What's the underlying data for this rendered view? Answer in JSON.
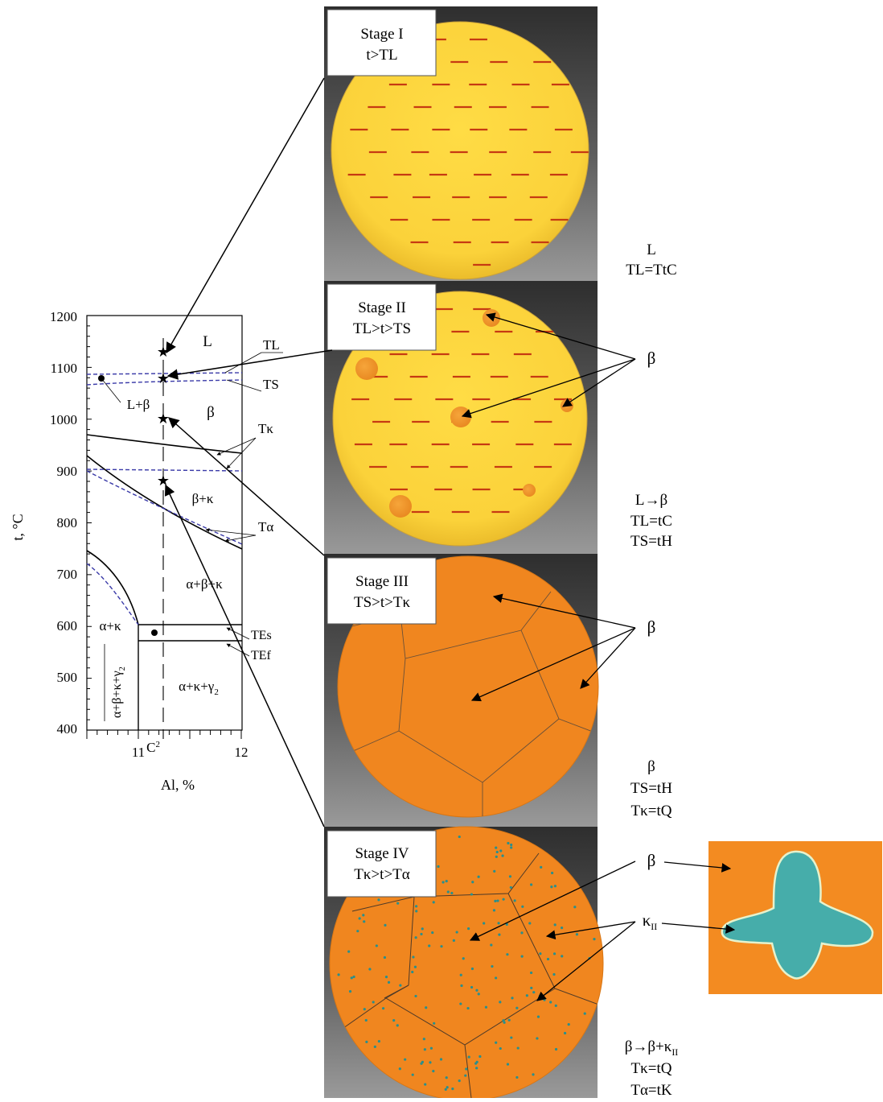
{
  "phase_diagram": {
    "y_axis_label": "t, °C",
    "x_axis_label": "Al, %",
    "y_ticks": [
      "1200",
      "1100",
      "1000",
      "900",
      "800",
      "700",
      "600",
      "500",
      "400"
    ],
    "x_ticks": [
      "11",
      "12"
    ],
    "composition_label": "C",
    "composition_sub": "2",
    "regions": {
      "L": "L",
      "L_beta": "L+β",
      "beta": "β",
      "beta_kappa": "β+κ",
      "alpha_beta_kappa": "α+β+κ",
      "alpha_kappa": "α+κ",
      "alpha_kappa_gamma": "α+κ+γ",
      "alpha_beta_kappa_gamma": "α+β+κ+γ",
      "gamma_sub": "2"
    },
    "lines": {
      "TL": "TL",
      "TS": "TS",
      "Tkappa": "Tκ",
      "Talpha": "Tα",
      "TEs": "TEs",
      "TEf": "TEf"
    }
  },
  "stages": [
    {
      "title": "Stage I",
      "condition": "t>TL",
      "phase_labels": [],
      "notes": [
        "L",
        "TL=TtC"
      ]
    },
    {
      "title": "Stage II",
      "condition": "TL>t>TS",
      "phase_labels": [
        "β"
      ],
      "notes": [
        "L→β",
        "TL=tC",
        "TS=tH"
      ]
    },
    {
      "title": "Stage III",
      "condition": "TS>t>Tκ",
      "phase_labels": [
        "β"
      ],
      "notes": [
        "β",
        "TS=tH",
        "Tκ=tQ"
      ]
    },
    {
      "title": "Stage IV",
      "condition": "Tκ>t>Tα",
      "phase_labels": [
        "β",
        "κ"
      ],
      "kappa_sub": "II",
      "notes": [
        "β→β+κ",
        "Tκ=tQ",
        "Tα=tK"
      ],
      "note_sub": "II"
    }
  ],
  "colors": {
    "melt_yellow": "#fbd43a",
    "melt_dash": "#c63a12",
    "beta_orange": "#f0861f",
    "kappa_teal": "#46adaa",
    "dashed_line": "#3a3aa8",
    "frame_dark": "#3a3a3a",
    "frame_light": "#8f8f8f"
  }
}
